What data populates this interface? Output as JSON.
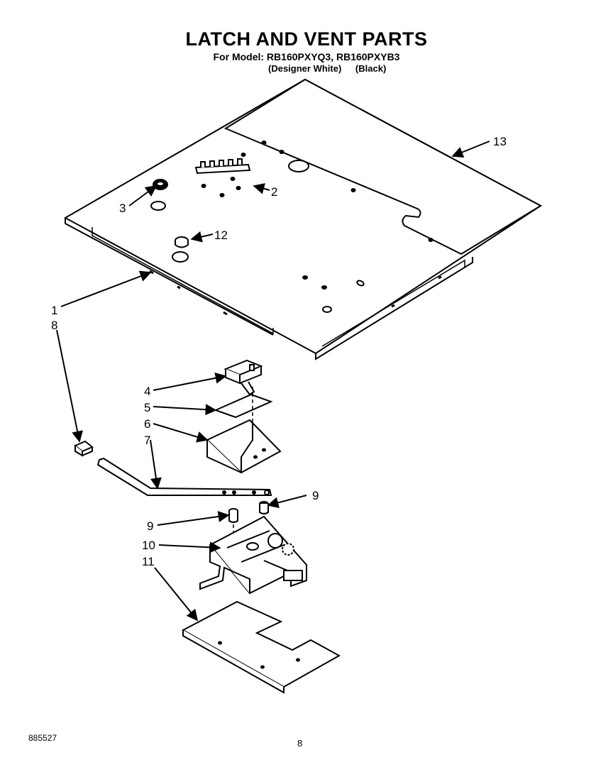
{
  "header": {
    "title": "LATCH AND VENT PARTS",
    "subtitle": "For Model: RB160PXYQ3, RB160PXYB3",
    "variants": [
      "(Designer White)",
      "(Black)"
    ]
  },
  "callouts": {
    "c1": "1",
    "c2": "2",
    "c3": "3",
    "c4": "4",
    "c5": "5",
    "c6": "6",
    "c7": "7",
    "c8": "8",
    "c9a": "9",
    "c9b": "9",
    "c10": "10",
    "c11": "11",
    "c12": "12",
    "c13": "13"
  },
  "footer": {
    "code": "885527",
    "page": "8"
  }
}
